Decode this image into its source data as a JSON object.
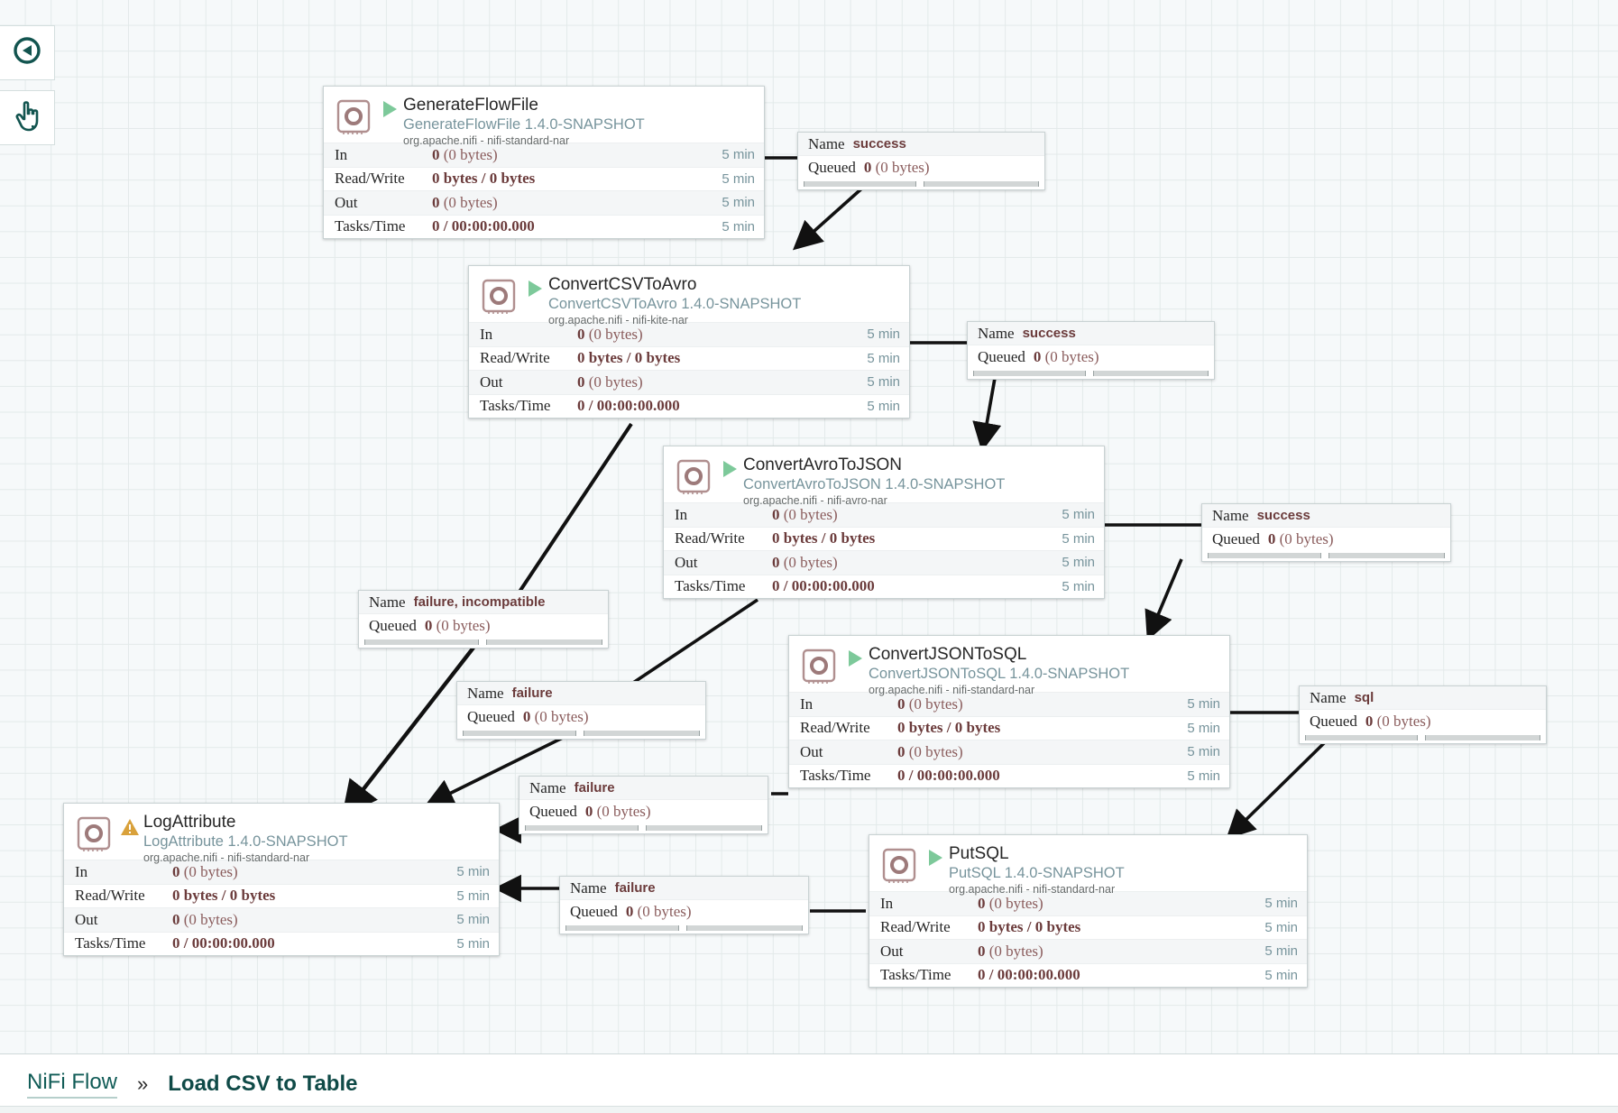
{
  "toolbar": {
    "buttons": [
      {
        "name": "navigate-tool",
        "icon": "compass-icon"
      },
      {
        "name": "hand-tool",
        "icon": "hand-pointer-icon"
      }
    ]
  },
  "breadcrumb": {
    "root_label": "NiFi Flow",
    "separator": "»",
    "current_label": "Load CSV to Table"
  },
  "stat_labels": {
    "in": "In",
    "read_write": "Read/Write",
    "out": "Out",
    "tasks_time": "Tasks/Time"
  },
  "conn_labels": {
    "name": "Name",
    "queued": "Queued"
  },
  "processors": [
    {
      "id": "generateflowfile",
      "name": "GenerateFlowFile",
      "type": "GenerateFlowFile 1.4.0-SNAPSHOT",
      "bundle": "org.apache.nifi - nifi-standard-nar",
      "state": "running",
      "in_value": "0",
      "in_bytes": "(0 bytes)",
      "in_time": "5 min",
      "rw_value": "0 bytes / 0 bytes",
      "rw_time": "5 min",
      "out_value": "0",
      "out_bytes": "(0 bytes)",
      "out_time": "5 min",
      "tasks_value": "0 / 00:00:00.000",
      "tasks_time": "5 min"
    },
    {
      "id": "convertcsvtoavro",
      "name": "ConvertCSVToAvro",
      "type": "ConvertCSVToAvro 1.4.0-SNAPSHOT",
      "bundle": "org.apache.nifi - nifi-kite-nar",
      "state": "running",
      "in_value": "0",
      "in_bytes": "(0 bytes)",
      "in_time": "5 min",
      "rw_value": "0 bytes / 0 bytes",
      "rw_time": "5 min",
      "out_value": "0",
      "out_bytes": "(0 bytes)",
      "out_time": "5 min",
      "tasks_value": "0 / 00:00:00.000",
      "tasks_time": "5 min"
    },
    {
      "id": "convertavrotojson",
      "name": "ConvertAvroToJSON",
      "type": "ConvertAvroToJSON 1.4.0-SNAPSHOT",
      "bundle": "org.apache.nifi - nifi-avro-nar",
      "state": "running",
      "in_value": "0",
      "in_bytes": "(0 bytes)",
      "in_time": "5 min",
      "rw_value": "0 bytes / 0 bytes",
      "rw_time": "5 min",
      "out_value": "0",
      "out_bytes": "(0 bytes)",
      "out_time": "5 min",
      "tasks_value": "0 / 00:00:00.000",
      "tasks_time": "5 min"
    },
    {
      "id": "convertjsontosql",
      "name": "ConvertJSONToSQL",
      "type": "ConvertJSONToSQL 1.4.0-SNAPSHOT",
      "bundle": "org.apache.nifi - nifi-standard-nar",
      "state": "running",
      "in_value": "0",
      "in_bytes": "(0 bytes)",
      "in_time": "5 min",
      "rw_value": "0 bytes / 0 bytes",
      "rw_time": "5 min",
      "out_value": "0",
      "out_bytes": "(0 bytes)",
      "out_time": "5 min",
      "tasks_value": "0 / 00:00:00.000",
      "tasks_time": "5 min"
    },
    {
      "id": "logattribute",
      "name": "LogAttribute",
      "type": "LogAttribute 1.4.0-SNAPSHOT",
      "bundle": "org.apache.nifi - nifi-standard-nar",
      "state": "warning",
      "in_value": "0",
      "in_bytes": "(0 bytes)",
      "in_time": "5 min",
      "rw_value": "0 bytes / 0 bytes",
      "rw_time": "5 min",
      "out_value": "0",
      "out_bytes": "(0 bytes)",
      "out_time": "5 min",
      "tasks_value": "0 / 00:00:00.000",
      "tasks_time": "5 min"
    },
    {
      "id": "putsql",
      "name": "PutSQL",
      "type": "PutSQL 1.4.0-SNAPSHOT",
      "bundle": "org.apache.nifi - nifi-standard-nar",
      "state": "running",
      "in_value": "0",
      "in_bytes": "(0 bytes)",
      "in_time": "5 min",
      "rw_value": "0 bytes / 0 bytes",
      "rw_time": "5 min",
      "out_value": "0",
      "out_bytes": "(0 bytes)",
      "out_time": "5 min",
      "tasks_value": "0 / 00:00:00.000",
      "tasks_time": "5 min"
    }
  ],
  "connections": [
    {
      "id": "c-gff-success",
      "name": "success",
      "queued_count": "0",
      "queued_bytes": "(0 bytes)"
    },
    {
      "id": "c-csv-success",
      "name": "success",
      "queued_count": "0",
      "queued_bytes": "(0 bytes)"
    },
    {
      "id": "c-avro-success",
      "name": "success",
      "queued_count": "0",
      "queued_bytes": "(0 bytes)"
    },
    {
      "id": "c-csv-failure",
      "name": "failure, incompatible",
      "queued_count": "0",
      "queued_bytes": "(0 bytes)"
    },
    {
      "id": "c-avro-failure",
      "name": "failure",
      "queued_count": "0",
      "queued_bytes": "(0 bytes)"
    },
    {
      "id": "c-json-sql",
      "name": "sql",
      "queued_count": "0",
      "queued_bytes": "(0 bytes)"
    },
    {
      "id": "c-json-failure",
      "name": "failure",
      "queued_count": "0",
      "queued_bytes": "(0 bytes)"
    },
    {
      "id": "c-putsql-failure",
      "name": "failure",
      "queued_count": "0",
      "queued_bytes": "(0 bytes)"
    }
  ],
  "colors": {
    "canvas_bg": "#f6f9fa",
    "grid_line": "#e3eaea",
    "running_green": "#7dc99a",
    "warning_amber": "#d9a13b",
    "type_blue": "#77949c",
    "value_maroon": "#6b3b3b",
    "breadcrumb_teal": "#115c57"
  }
}
